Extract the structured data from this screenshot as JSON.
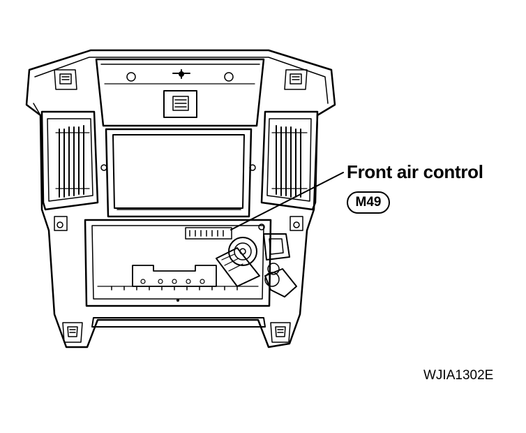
{
  "callout": {
    "label": "Front air control",
    "connector": "M49"
  },
  "figure_code": "WJIA1302E",
  "colors": {
    "line": "#000000",
    "background": "#ffffff"
  }
}
